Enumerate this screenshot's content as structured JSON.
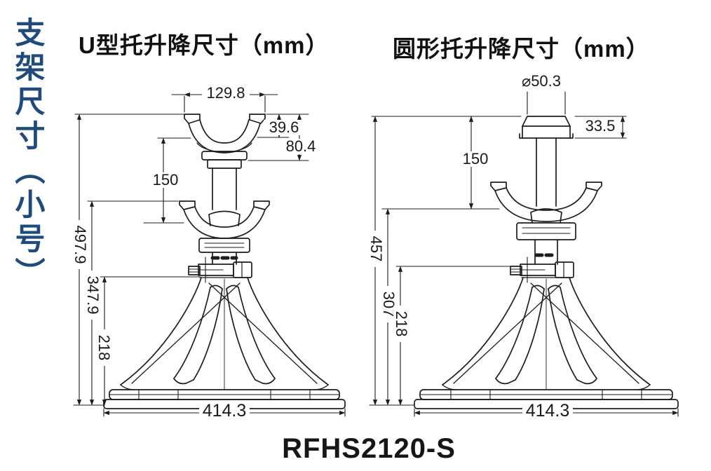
{
  "page": {
    "side_label": "支架尺寸（小号）",
    "model_number": "RFHS2120-S",
    "accent_color": "#1f4b7c"
  },
  "left_drawing": {
    "title": "U型托升降尺寸（mm）",
    "dimensions": {
      "saddle_width": "129.8",
      "saddle_lip_height": "39.6",
      "saddle_head_height": "80.4",
      "lift_stroke": "150",
      "max_height": "497.9",
      "lowered_height": "347.9",
      "base_height": "218",
      "base_width": "414.3"
    }
  },
  "right_drawing": {
    "title": "圆形托升降尺寸（mm）",
    "dimensions": {
      "post_diameter": "⌀50.3",
      "cap_height": "33.5",
      "lift_stroke": "150",
      "max_height": "457",
      "lowered_height": "307",
      "base_height": "218",
      "base_width": "414.3"
    }
  }
}
